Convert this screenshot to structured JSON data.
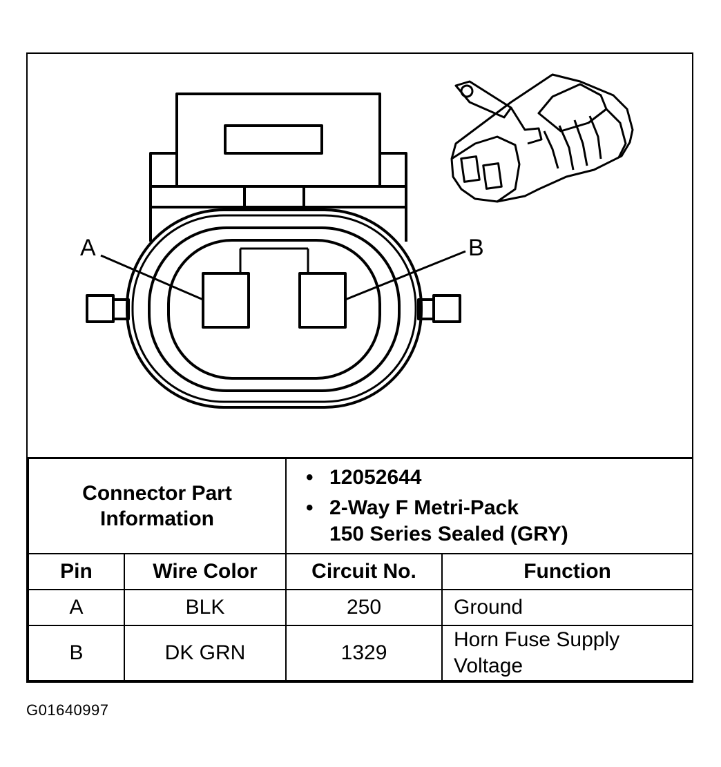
{
  "diagram": {
    "pin_labels": [
      "A",
      "B"
    ]
  },
  "connector_info": {
    "label": "Connector Part\nInformation",
    "items": [
      "12052644",
      "2-Way F Metri-Pack\n150 Series Sealed (GRY)"
    ]
  },
  "pin_table": {
    "headers": [
      "Pin",
      "Wire Color",
      "Circuit No.",
      "Function"
    ],
    "rows": [
      {
        "pin": "A",
        "wire_color": "BLK",
        "circuit": "250",
        "function": "Ground"
      },
      {
        "pin": "B",
        "wire_color": "DK GRN",
        "circuit": "1329",
        "function": "Horn Fuse Supply\nVoltage"
      }
    ]
  },
  "figure_id": "G01640997"
}
